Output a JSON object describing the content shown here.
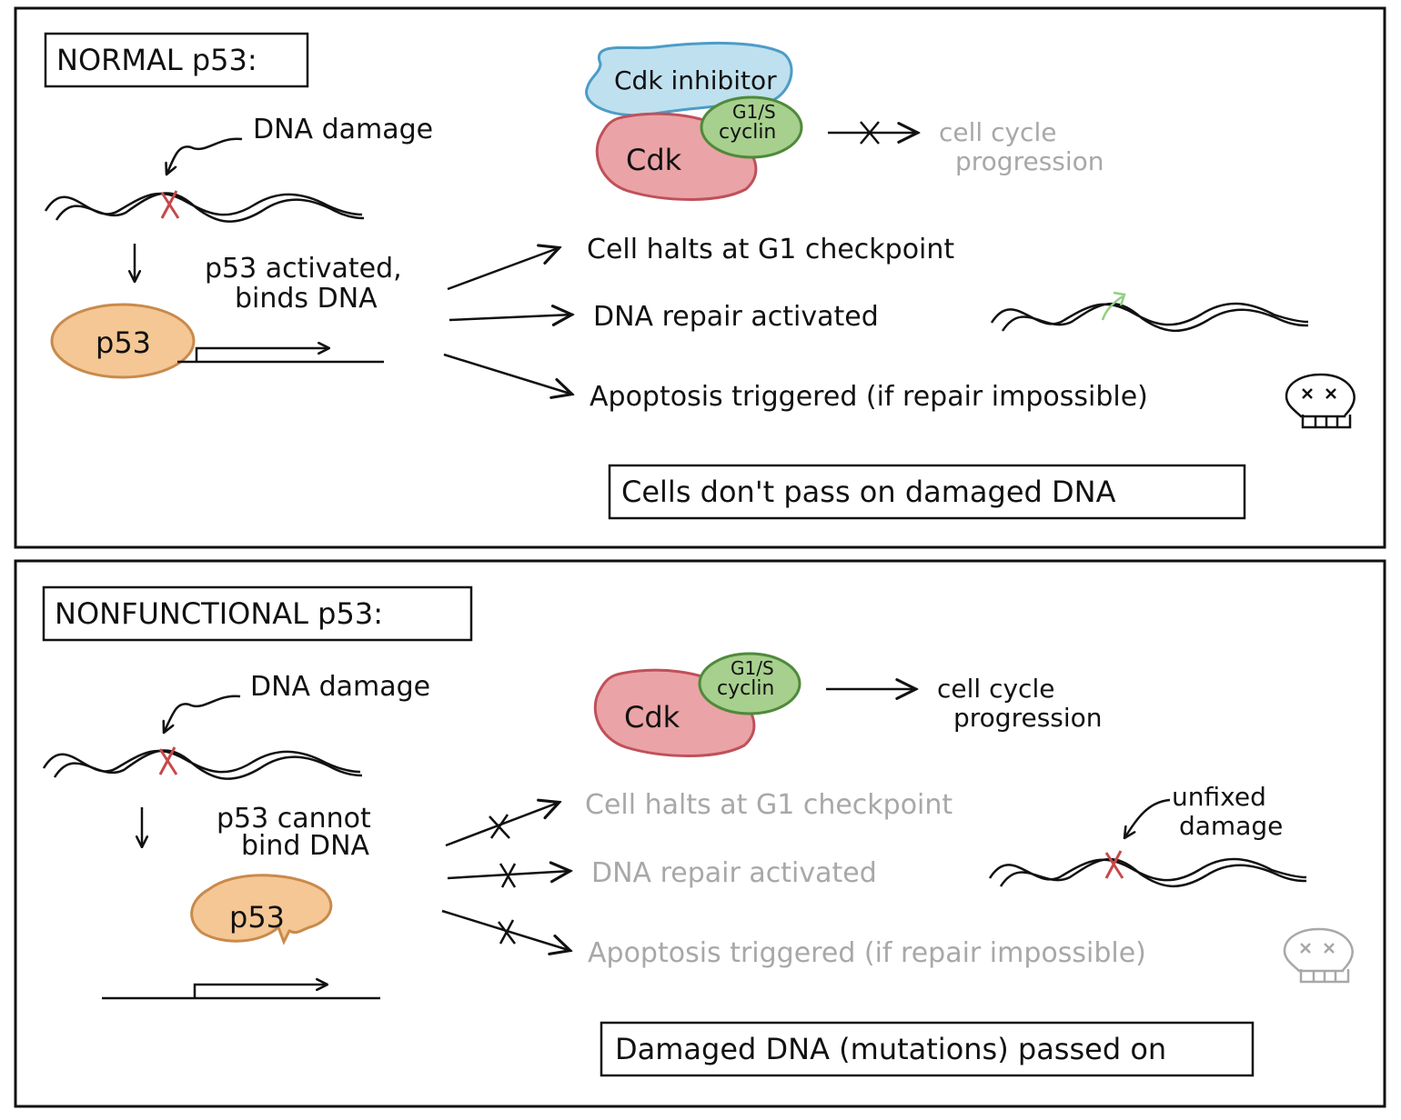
{
  "normal": {
    "title": "NORMAL p53:",
    "dna_damage": "DNA damage",
    "p53_label": "p53",
    "activated_line1": "p53 activated,",
    "activated_line2": "binds DNA",
    "cdk_inhibitor": "Cdk inhibitor",
    "cyclin_line1": "G1/S",
    "cyclin_line2": "cyclin",
    "cdk": "Cdk",
    "progression_line1": "cell cycle",
    "progression_line2": "progression",
    "outcome_halt": "Cell halts at G1 checkpoint",
    "outcome_repair": "DNA repair activated",
    "outcome_apoptosis": "Apoptosis triggered (if repair impossible)",
    "conclusion": "Cells don't pass on damaged DNA"
  },
  "nonfunctional": {
    "title": "NONFUNCTIONAL p53:",
    "dna_damage": "DNA damage",
    "p53_label": "p53",
    "cannot_line1": "p53 cannot",
    "cannot_line2": "bind DNA",
    "cyclin_line1": "G1/S",
    "cyclin_line2": "cyclin",
    "cdk": "Cdk",
    "progression_line1": "cell cycle",
    "progression_line2": "progression",
    "outcome_halt": "Cell halts at G1 checkpoint",
    "outcome_repair": "DNA repair activated",
    "outcome_apoptosis": "Apoptosis triggered (if repair impossible)",
    "unfixed_line1": "unfixed",
    "unfixed_line2": "damage",
    "conclusion": "Damaged DNA (mutations) passed on"
  },
  "colors": {
    "ink": "#111111",
    "faded": "#a8a8a8",
    "p53_fill": "#f4c795",
    "p53_stroke": "#c98a4b",
    "cdk_fill": "#eaa3a6",
    "cdk_stroke": "#c0505a",
    "cyclin_fill": "#a7cf8e",
    "cyclin_stroke": "#4e8a3a",
    "inhibitor_fill": "#bfe0ee",
    "inhibitor_stroke": "#4c9cc7",
    "damage_mark": "#c9484a",
    "repair_mark": "#8fcf80"
  }
}
